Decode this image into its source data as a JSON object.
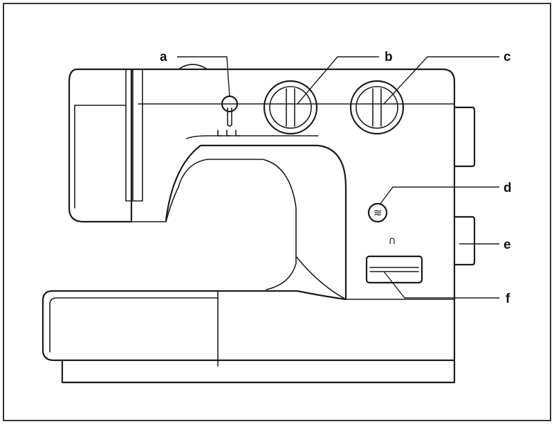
{
  "labels": {
    "a": "a",
    "b": "b",
    "c": "c",
    "d": "d",
    "e": "e",
    "f": "f"
  },
  "icons": {
    "reverse_symbol": "∩",
    "pattern_symbol": "≋"
  },
  "colors": {
    "line": "#1a1a1a",
    "background": "#ffffff",
    "frame": "#333333"
  }
}
